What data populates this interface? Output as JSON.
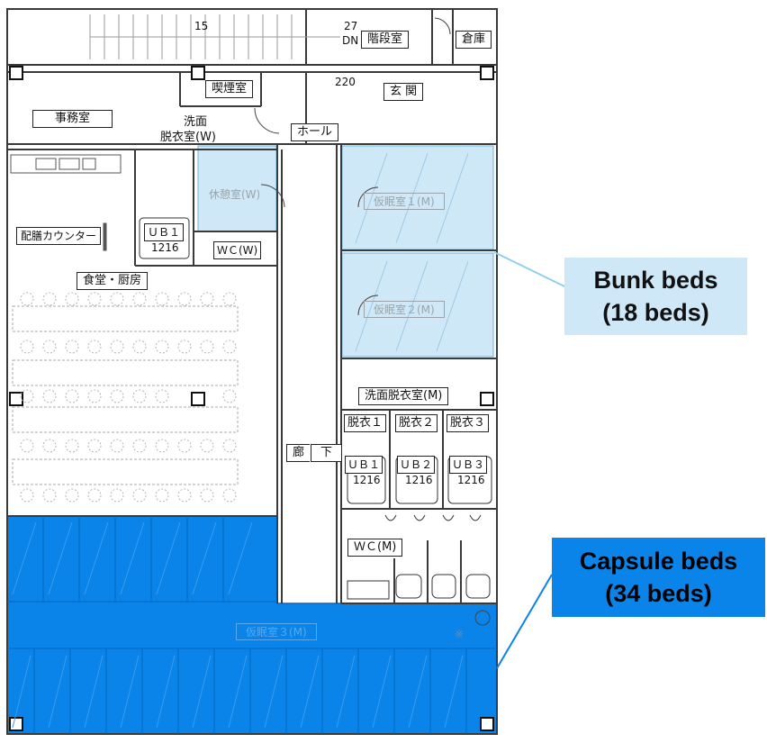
{
  "rooms": {
    "stairwell": "階段室",
    "storage": "倉庫",
    "smoking_room": "喫煙室",
    "entrance": "玄 関",
    "office": "事務室",
    "washroom_w_line1": "洗面",
    "washroom_w_line2": "脱衣室(W)",
    "hall": "ホール",
    "rest_room_w": "休憩室(W)",
    "bunk_room_1": "仮眠室１(M)",
    "bunk_room_2": "仮眠室２(M)",
    "serving_counter": "配膳カウンター",
    "ub1_left": "ＵＢ１",
    "ub1_left_size": "1216",
    "wc_w": "ＷＣ(W)",
    "dining_kitchen": "食堂・厨房",
    "washroom_m": "洗面脱衣室(M)",
    "changing_1": "脱衣１",
    "changing_2": "脱衣２",
    "changing_3": "脱衣３",
    "ub1": "ＵＢ１",
    "ub2": "ＵＢ２",
    "ub3": "ＵＢ３",
    "ub_size": "1216",
    "corridor_a": "廊",
    "corridor_b": "下",
    "wc_m": "ＷＣ(M)",
    "capsule_room_3": "仮眠室３(M)"
  },
  "annotations": {
    "stair_steps": "15",
    "stair_count": "27",
    "stair_direction": "DN",
    "dimension": "220",
    "mark": "※"
  },
  "callouts": {
    "bunk": {
      "line1": "Bunk beds",
      "line2": "(18 beds)"
    },
    "capsule": {
      "line1": "Capsule beds",
      "line2": "(34 beds)"
    }
  },
  "colors": {
    "bunk_fill": "#cfe8f7",
    "capsule_fill": "#0a84e8",
    "wall": "#3a3a3a"
  }
}
